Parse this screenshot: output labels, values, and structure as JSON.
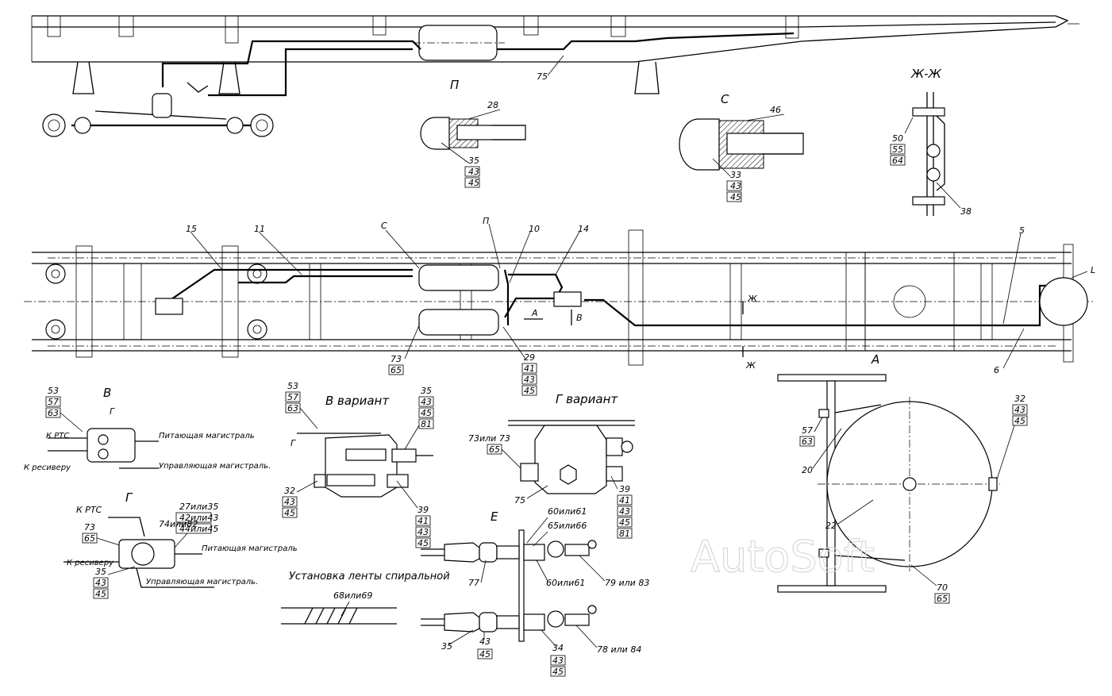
{
  "views": {
    "P": "П",
    "S": "С",
    "ZhZh": "Ж-Ж",
    "V": "В",
    "V_variant": "В  вариант",
    "G": "Г",
    "G_variant": "Г вариант",
    "E": "Е",
    "A": "А",
    "L": "L",
    "arrow_A": "А",
    "arrow_V": "В",
    "section_Zh": "Ж"
  },
  "notes": {
    "to_rtc_1": "К РТС",
    "to_receiver_1": "К ресиверу",
    "supply_line_1": "Питающая магистраль",
    "control_line_1": "Управляющая магистраль.",
    "to_rtc_2": "К РТС",
    "to_receiver_2": "К ресиверу",
    "supply_line_2": "Питающая магистраль",
    "control_line_2": "Управляющая магистраль.",
    "spiral_tape": "Установка ленты спиральной"
  },
  "callouts": {
    "c75": "75",
    "c28": "28",
    "p35": "35",
    "p43": "43",
    "p45": "45",
    "c46": "46",
    "s33": "33",
    "s43": "43",
    "s45": "45",
    "z50": "50",
    "z55": "55",
    "z64": "64",
    "c38": "38",
    "c15": "15",
    "c11": "11",
    "cS": "С",
    "cP": "П",
    "c10": "10",
    "c14": "14",
    "c5": "5",
    "c73": "73",
    "c65": "65",
    "m29": "29",
    "m41": "41",
    "m43": "43",
    "m45": "45",
    "c6": "6",
    "v53": "53",
    "v57": "57",
    "v63": "63",
    "vv53": "53",
    "vv57": "57",
    "vv63": "63",
    "vv35": "35",
    "vv43": "43",
    "vv45": "45",
    "vv81": "81",
    "vv32": "32",
    "vv43b": "43",
    "vv45b": "45",
    "vv39": "39",
    "vv41": "41",
    "vv43c": "43",
    "vv45c": "45",
    "g73or": "73или 73",
    "g65": "65",
    "g75": "75",
    "g39": "39",
    "g41": "41",
    "g43": "43",
    "g45": "45",
    "g81": "81",
    "gg73": "73",
    "gg65": "65",
    "gg74": "74или82",
    "gg27": "27или35",
    "gg42": "42или43",
    "gg44": "44или45",
    "gg35": "35",
    "gg43": "43",
    "gg45": "45",
    "e60a": "60или61",
    "e65": "65или66",
    "e77": "77",
    "e60b": "60или61",
    "e79": "79 или 83",
    "e35": "35",
    "e43": "43",
    "e45": "45",
    "e34": "34",
    "e43b": "43",
    "e45b": "45",
    "e78": "78 или 84",
    "t68": "68или69",
    "r32": "32",
    "r43": "43",
    "r45": "45",
    "r57": "57",
    "r63": "63",
    "r20": "20",
    "r22": "22",
    "r70": "70",
    "r65": "65"
  },
  "watermark": "AutoSoft"
}
